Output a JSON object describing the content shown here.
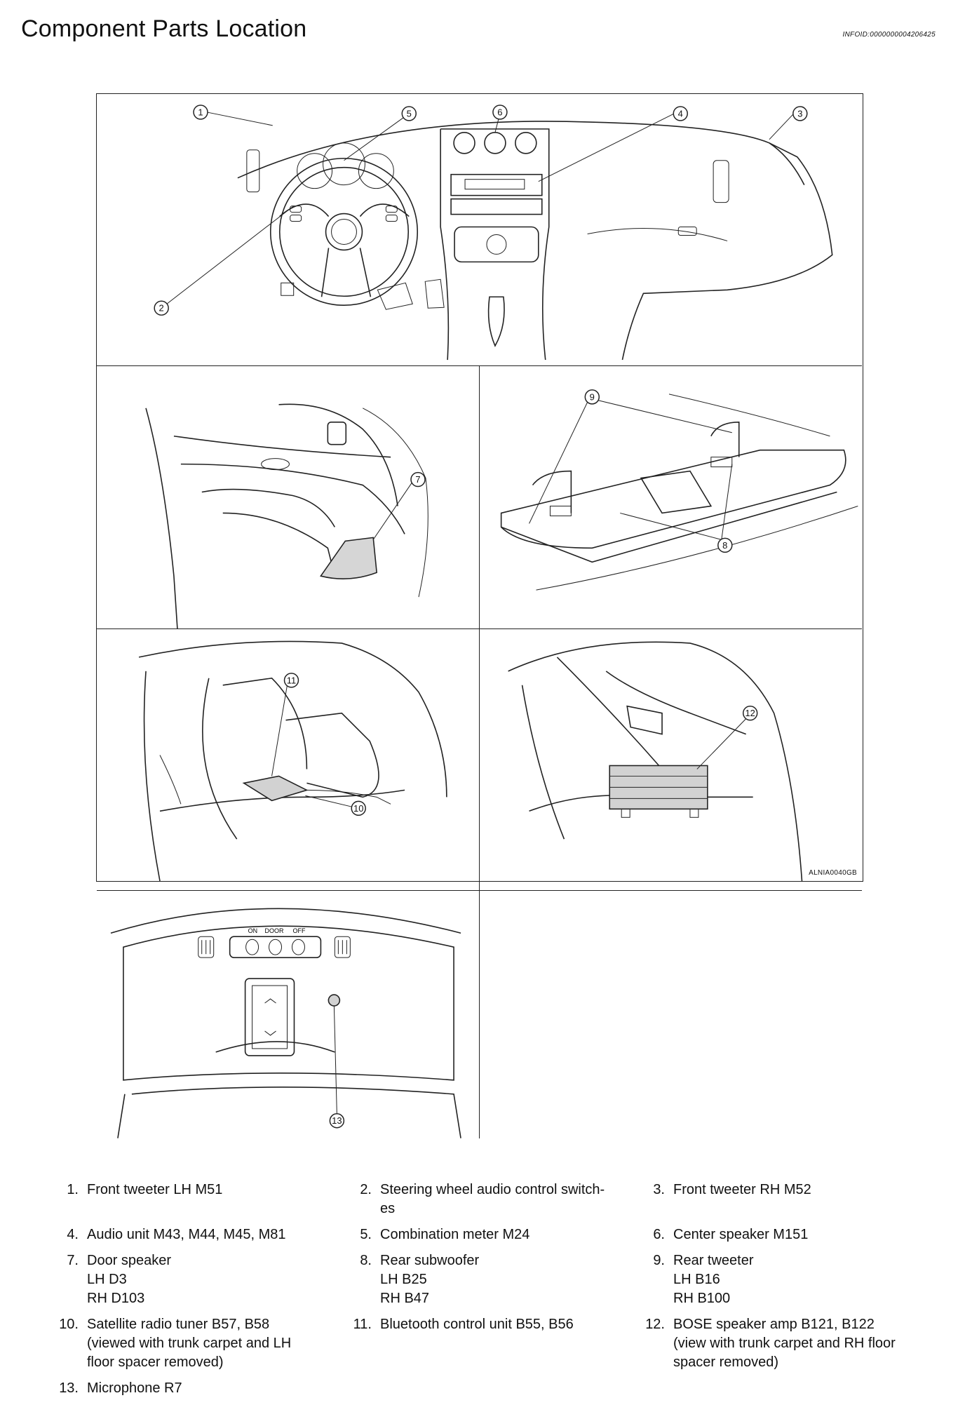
{
  "header": {
    "title": "Component Parts Location",
    "info_id": "INFOID:0000000004206425"
  },
  "figure": {
    "code": "ALNIA0040GB",
    "callouts": [
      "1",
      "2",
      "3",
      "4",
      "5",
      "6",
      "7",
      "8",
      "9",
      "10",
      "11",
      "12",
      "13"
    ],
    "roof_console_labels": {
      "on": "ON",
      "door": "DOOR",
      "off": "OFF"
    }
  },
  "legend": [
    {
      "num": "1.",
      "lines": [
        "Front tweeter LH M51"
      ]
    },
    {
      "num": "2.",
      "lines": [
        "Steering wheel audio control switch-",
        "es"
      ]
    },
    {
      "num": "3.",
      "lines": [
        "Front tweeter RH M52"
      ]
    },
    {
      "num": "4.",
      "lines": [
        "Audio unit M43, M44, M45, M81"
      ]
    },
    {
      "num": "5.",
      "lines": [
        "Combination meter M24"
      ]
    },
    {
      "num": "6.",
      "lines": [
        "Center speaker M151"
      ]
    },
    {
      "num": "7.",
      "lines": [
        "Door speaker",
        "LH D3",
        "RH D103"
      ]
    },
    {
      "num": "8.",
      "lines": [
        "Rear subwoofer",
        "LH B25",
        "RH B47"
      ]
    },
    {
      "num": "9.",
      "lines": [
        "Rear tweeter",
        "LH B16",
        "RH B100"
      ]
    },
    {
      "num": "10.",
      "lines": [
        "Satellite radio tuner B57, B58",
        "(viewed with trunk carpet and LH",
        "floor spacer removed)"
      ]
    },
    {
      "num": "11.",
      "lines": [
        "Bluetooth control unit B55, B56"
      ]
    },
    {
      "num": "12.",
      "lines": [
        "BOSE speaker amp B121, B122",
        "(view with trunk carpet and RH floor",
        "spacer removed)"
      ]
    },
    {
      "num": "13.",
      "lines": [
        "Microphone R7"
      ]
    }
  ]
}
